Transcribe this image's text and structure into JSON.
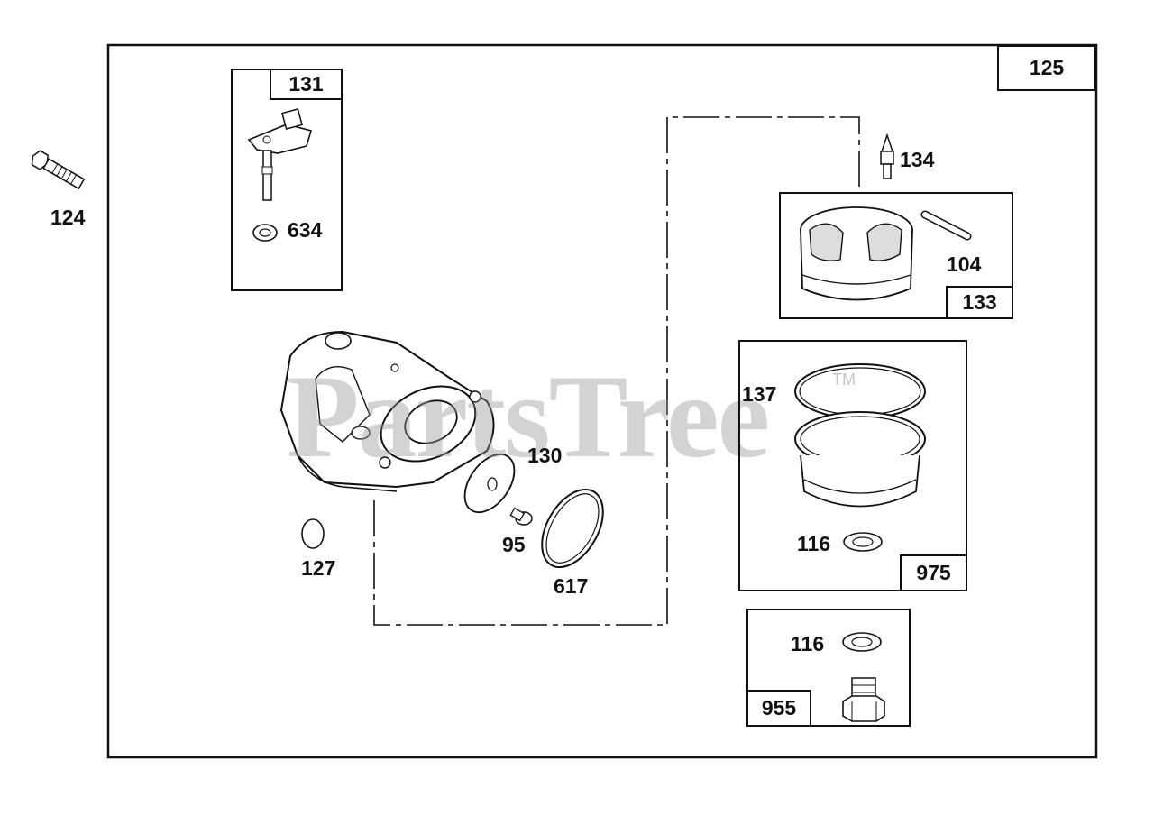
{
  "watermark": {
    "text": "PartsTree",
    "trademark": "TM"
  },
  "assembly": {
    "number": "125"
  },
  "kits": [
    {
      "id": "kit-131",
      "number": "131",
      "parts": [
        "634"
      ]
    },
    {
      "id": "kit-133",
      "number": "133",
      "parts": [
        "104"
      ]
    },
    {
      "id": "kit-975",
      "number": "975",
      "parts": [
        "137",
        "116"
      ]
    },
    {
      "id": "kit-955",
      "number": "955",
      "parts": [
        "116"
      ]
    }
  ],
  "parts": {
    "p124": "124",
    "p634": "634",
    "p134": "134",
    "p104": "104",
    "p137": "137",
    "p116a": "116",
    "p130": "130",
    "p95": "95",
    "p617": "617",
    "p127": "127",
    "p116b": "116"
  }
}
